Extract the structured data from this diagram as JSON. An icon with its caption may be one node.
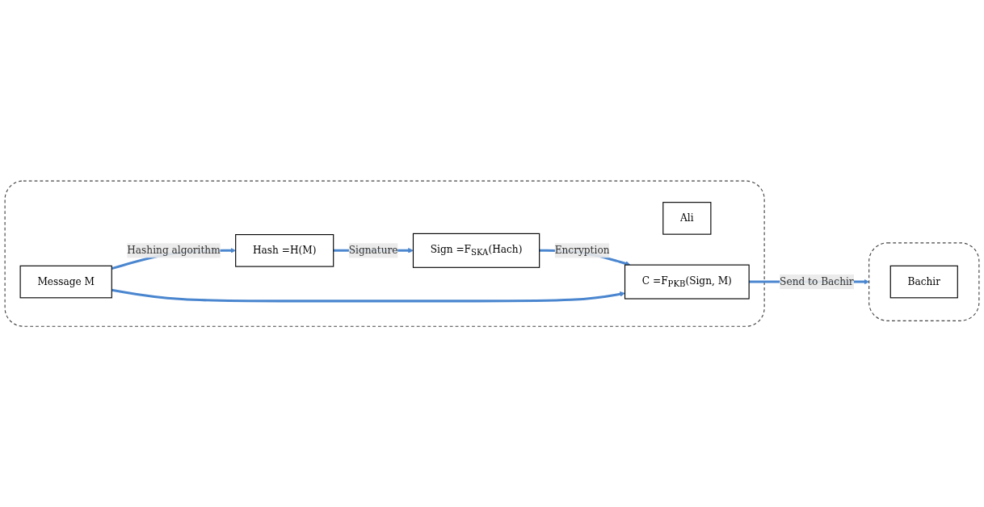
{
  "diagram": {
    "nodes": [
      {
        "text": [],
        "shape": "box"
      },
      {
        "text": [
          "Ali"
        ],
        "in": 0
      },
      {
        "text": [
          "Message M"
        ],
        "in": 0
      },
      {
        "text": [
          "Hash =H(M)"
        ],
        "in": 0
      },
      {
        "text": [
          "Sign =F$_{SKA}$(Hach)"
        ],
        "in": 0
      },
      {
        "text": [
          "C =F$_{PKB}$(Sign, M)"
        ],
        "in": 0
      },
      {
        "text": [],
        "shape": "box"
      },
      {
        "text": [
          "Bachir"
        ],
        "in": 6
      }
    ],
    "edges": [
      {
        "from": 2,
        "to": 3,
        "arrow": "to",
        "label": "Hashing algorithm"
      },
      {
        "from": 3,
        "to": 4,
        "arrow": "to",
        "label": "Signature"
      },
      {
        "from": 4,
        "to": 5,
        "arrow": "to",
        "label": "Encryption"
      },
      {
        "from": 2,
        "to": 5,
        "arrow": "to"
      },
      {
        "from": 5,
        "to": 6,
        "arrow": "to",
        "label": "Send to Bachir"
      }
    ]
  }
}
